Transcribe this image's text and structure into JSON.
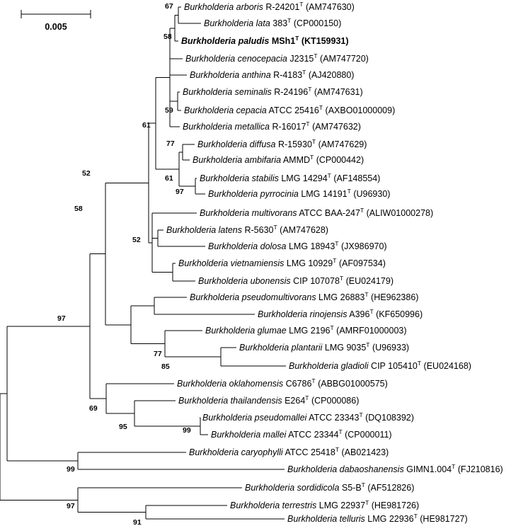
{
  "scale_bar": {
    "label": "0.005"
  },
  "taxa": [
    {
      "genus": "Burkholderia",
      "species": "arboris",
      "strain": "R-24201",
      "type": true,
      "accession": "(AM747630)"
    },
    {
      "genus": "Burkholderia",
      "species": "lata",
      "strain": "383",
      "type": true,
      "accession": "(CP000150)"
    },
    {
      "genus": "Burkholderia",
      "species": "paludis",
      "strain": "MSh1",
      "type": true,
      "accession": "(KT159931)",
      "bold": true
    },
    {
      "genus": "Burkholderia",
      "species": "cenocepacia",
      "strain": "J2315",
      "type": true,
      "accession": "(AM747720)"
    },
    {
      "genus": "Burkholderia",
      "species": "anthina",
      "strain": "R-4183",
      "type": true,
      "accession": "(AJ420880)"
    },
    {
      "genus": "Burkholderia",
      "species": "seminalis",
      "strain": "R-24196",
      "type": true,
      "accession": "(AM747631)"
    },
    {
      "genus": "Burkholderia",
      "species": "cepacia",
      "strain": "ATCC 25416",
      "type": true,
      "accession": "(AXBO01000009)"
    },
    {
      "genus": "Burkholderia",
      "species": "metallica",
      "strain": "R-16017",
      "type": true,
      "accession": "(AM747632)"
    },
    {
      "genus": "Burkholderia",
      "species": "diffusa",
      "strain": "R-15930",
      "type": true,
      "accession": "(AM747629)"
    },
    {
      "genus": "Burkholderia",
      "species": "ambifaria",
      "strain": "AMMD",
      "type": true,
      "accession": "(CP000442)"
    },
    {
      "genus": "Burkholderia",
      "species": "stabilis",
      "strain": "LMG 14294",
      "type": true,
      "accession": "(AF148554)"
    },
    {
      "genus": "Burkholderia",
      "species": "pyrrocinia",
      "strain": "LMG 14191",
      "type": true,
      "accession": "(U96930)"
    },
    {
      "genus": "Burkholderia",
      "species": "multivorans",
      "strain": "ATCC BAA-247",
      "type": true,
      "accession": "(ALIW01000278)"
    },
    {
      "genus": "Burkholderia",
      "species": "latens",
      "strain": "R-5630",
      "type": true,
      "accession": "(AM747628)"
    },
    {
      "genus": "Burkholderia",
      "species": "dolosa",
      "strain": "LMG 18943",
      "type": true,
      "accession": "(JX986970)"
    },
    {
      "genus": "Burkholderia",
      "species": "vietnamiensis",
      "strain": "LMG 10929",
      "type": true,
      "accession": "(AF097534)"
    },
    {
      "genus": "Burkholderia",
      "species": "ubonensis",
      "strain": "CIP 107078",
      "type": true,
      "accession": "(EU024179)"
    },
    {
      "genus": "Burkholderia",
      "species": "pseudomultivorans",
      "strain": "LMG 26883",
      "type": true,
      "accession": "(HE962386)"
    },
    {
      "genus": "Burkholderia",
      "species": "rinojensis",
      "strain": "A396",
      "type": true,
      "accession": "(KF650996)"
    },
    {
      "genus": "Burkholderia",
      "species": "glumae",
      "strain": "LMG 2196",
      "type": true,
      "accession": "(AMRF01000003)"
    },
    {
      "genus": "Burkholderia",
      "species": "plantarii",
      "strain": "LMG 9035",
      "type": true,
      "accession": "(U96933)"
    },
    {
      "genus": "Burkholderia",
      "species": "gladioli",
      "strain": "CIP 105410",
      "type": true,
      "accession": "(EU024168)"
    },
    {
      "genus": "Burkholderia",
      "species": "oklahomensis",
      "strain": "C6786",
      "type": true,
      "accession": "(ABBG01000575)"
    },
    {
      "genus": "Burkholderia",
      "species": "thailandensis",
      "strain": "E264",
      "type": true,
      "accession": "(CP000086)"
    },
    {
      "genus": "Burkholderia",
      "species": "pseudomallei",
      "strain": "ATCC 23343",
      "type": true,
      "accession": "(DQ108392)"
    },
    {
      "genus": "Burkholderia",
      "species": "mallei",
      "strain": "ATCC 23344",
      "type": true,
      "accession": "(CP000011)"
    },
    {
      "genus": "Burkholderia",
      "species": "caryophylli",
      "strain": "ATCC 25418",
      "type": true,
      "accession": "(AB021423)"
    },
    {
      "genus": "Burkholderia",
      "species": "dabaoshanensis",
      "strain": "GIMN1.004",
      "type": true,
      "accession": "(FJ210816)"
    },
    {
      "genus": "Burkholderia",
      "species": "sordidicola",
      "strain": "S5-B",
      "type": true,
      "accession": "(AF512826)"
    },
    {
      "genus": "Burkholderia",
      "species": "terrestris",
      "strain": "LMG 22937",
      "type": true,
      "accession": "(HE981726)"
    },
    {
      "genus": "Burkholderia",
      "species": "telluris",
      "strain": "LMG 22936",
      "type": true,
      "accession": "(HE981727)"
    }
  ],
  "bootstrap": [
    "67",
    "58",
    "59",
    "61",
    "77",
    "61",
    "97",
    "52",
    "58",
    "52",
    "77",
    "85",
    "97",
    "69",
    "95",
    "99",
    "99",
    "97",
    "91"
  ]
}
